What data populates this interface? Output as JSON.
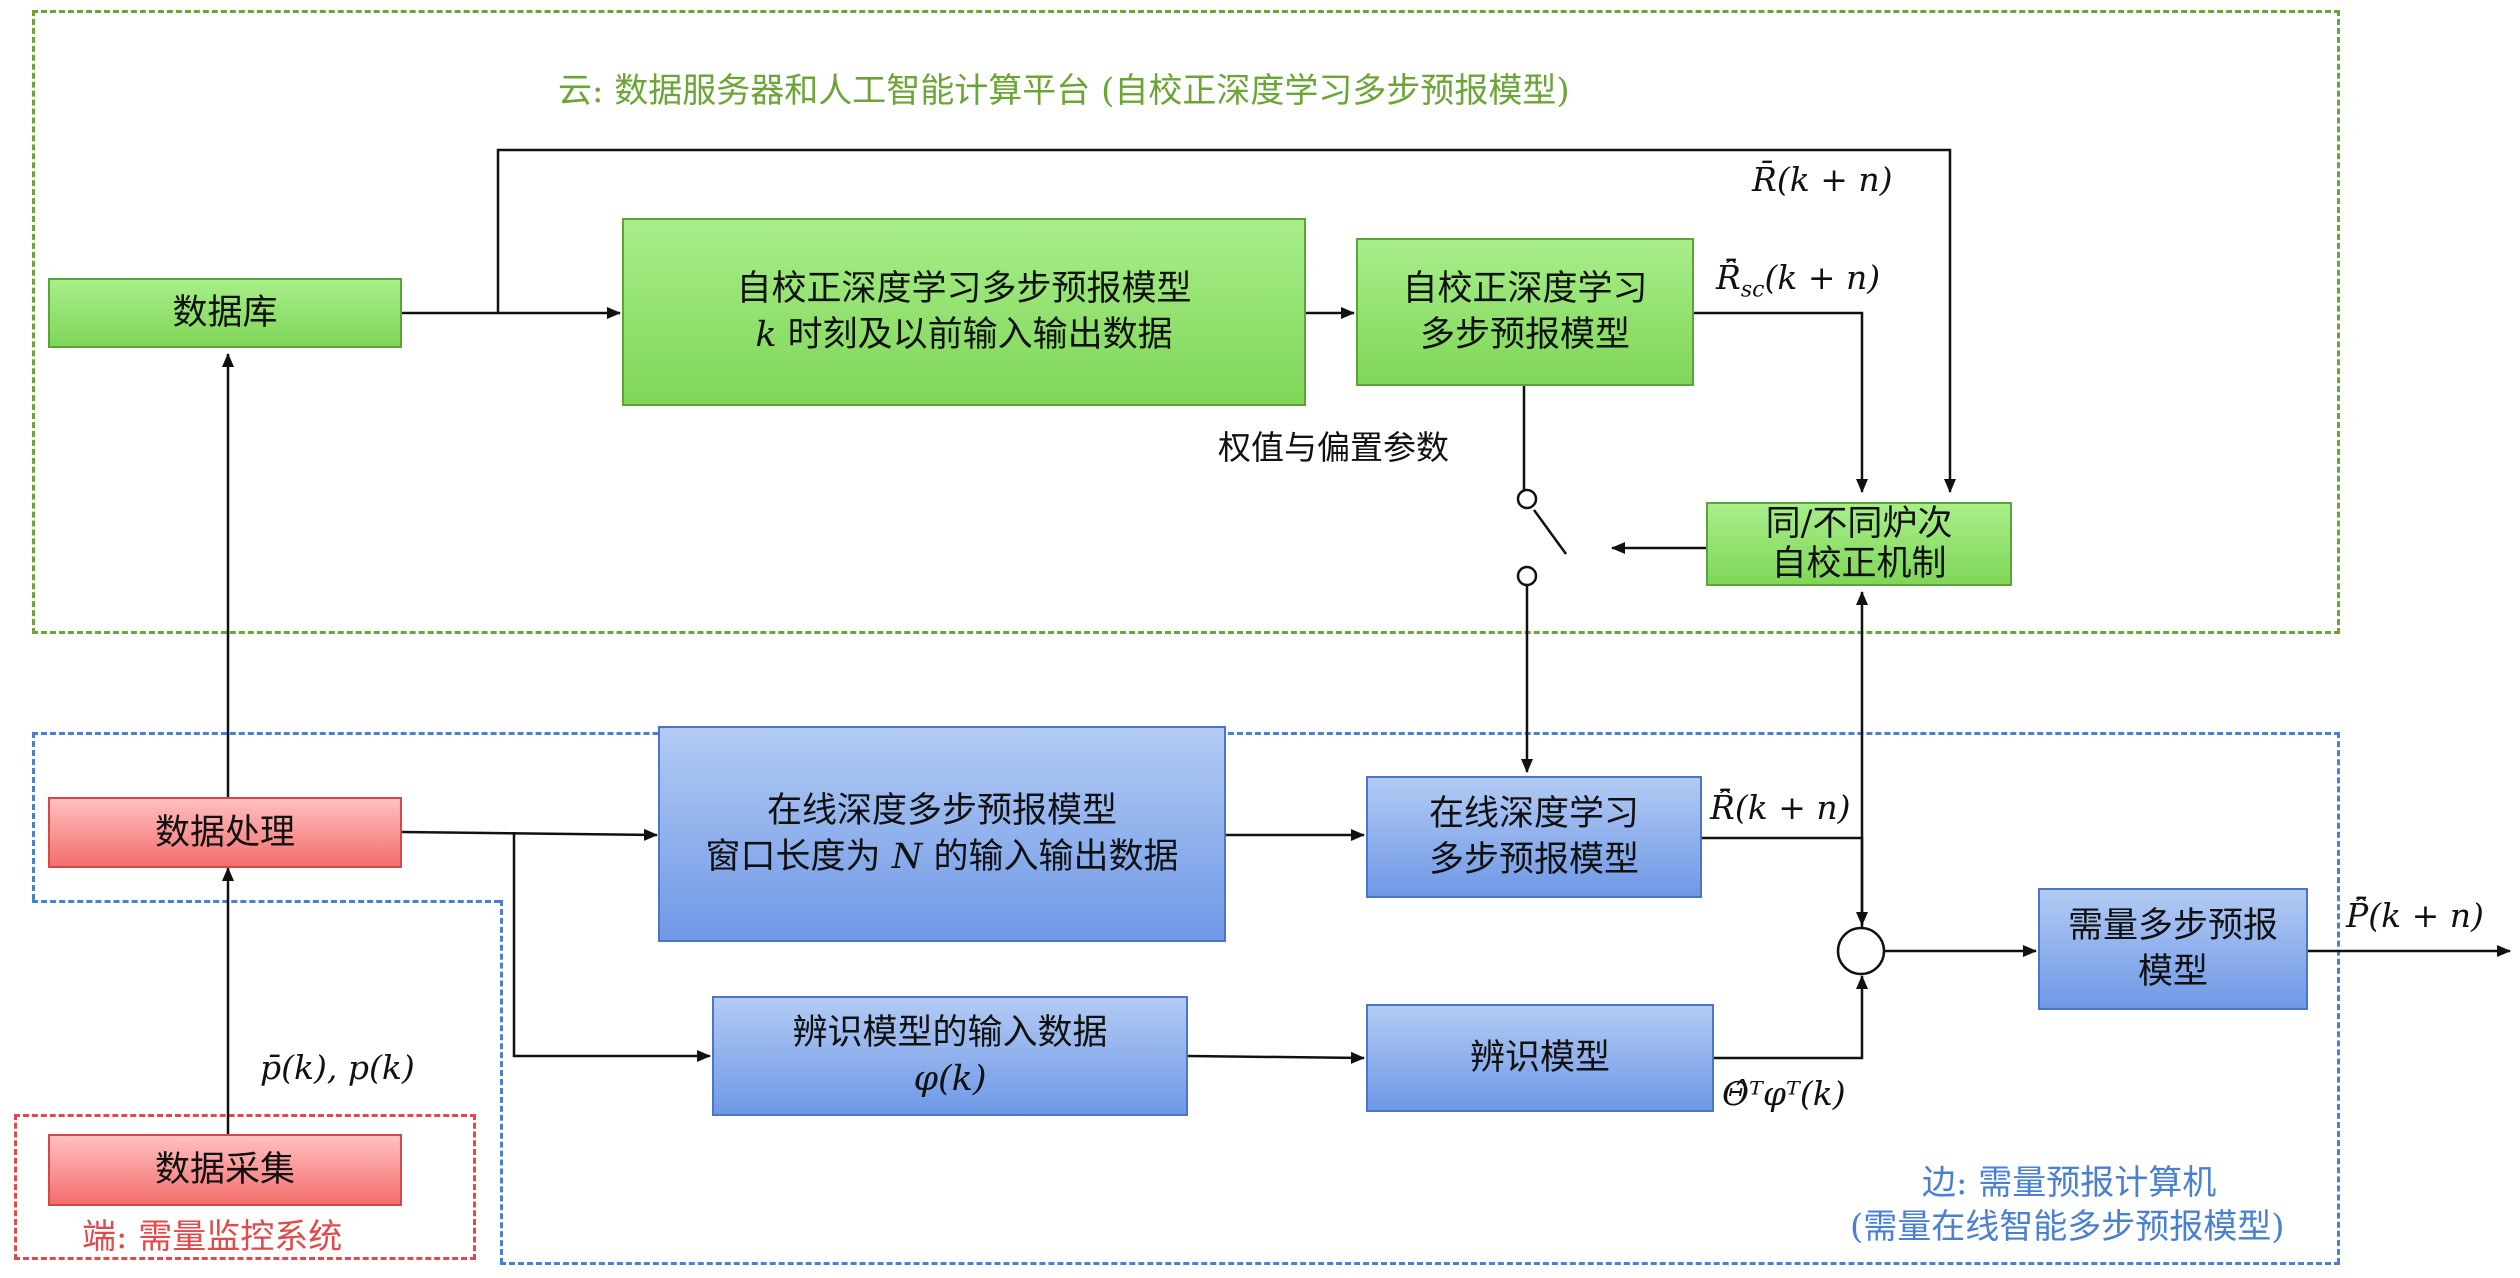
{
  "regions": {
    "cloud_title": "云: 数据服务器和人工智能计算平台 (自校正深度学习多步预报模型)",
    "edge_title_line1": "边: 需量预报计算机",
    "edge_title_line2": "(需量在线智能多步预报模型)",
    "end_title": "端: 需量监控系统"
  },
  "boxes": {
    "database": "数据库",
    "sc_model_input_line1": "自校正深度学习多步预报模型",
    "sc_model_input_line2_var": "k",
    "sc_model_input_line2_text": " 时刻及以前输入输出数据",
    "sc_model_line1": "自校正深度学习",
    "sc_model_line2": "多步预报模型",
    "correction_line1": "同/不同炉次",
    "correction_line2": "自校正机制",
    "data_processing": "数据处理",
    "online_input_line1": "在线深度多步预报模型",
    "online_input_line2_pre": "窗口长度为 ",
    "online_input_line2_var": "N",
    "online_input_line2_post": " 的输入输出数据",
    "online_model_line1": "在线深度学习",
    "online_model_line2": "多步预报模型",
    "identify_input_line1": "辨识模型的输入数据",
    "identify_input_line2": "φ(k)",
    "identify_model": "辨识模型",
    "demand_model_line1": "需量多步预报",
    "demand_model_line2": "模型",
    "data_collection": "数据采集"
  },
  "labels": {
    "r_bar": "R̄(k + n)",
    "r_sc_hat": "R̂̄",
    "r_sc_hat_sub": "sc",
    "r_sc_hat_tail": "(k + n)",
    "weights": "权值与偏置参数",
    "r_hat": "R̂̄(k + n)",
    "theta_phi": "Θ̂ᵀφᵀ(k)",
    "p_hat": "P̂̄(k + n)",
    "p_inputs": "p̄(k), p(k)"
  },
  "colors": {
    "cloud_border": "#6aa535",
    "edge_border": "#4a80d0",
    "end_border": "#e04a4a",
    "cloud_title": "#6aa535",
    "edge_title": "#4a80d0",
    "end_title": "#e04a4a"
  }
}
